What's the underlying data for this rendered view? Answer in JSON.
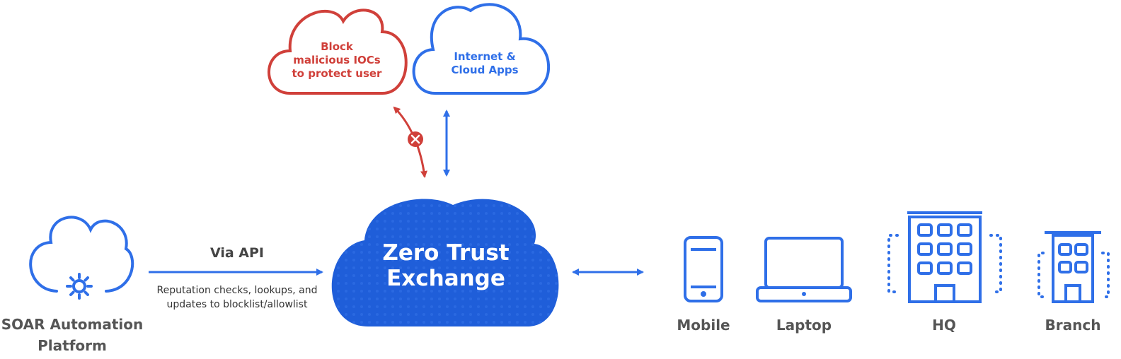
{
  "colors": {
    "blue": "#2F6FE8",
    "dark_blue": "#1F5ED9",
    "red": "#D0403A",
    "label_grey": "#555555"
  },
  "clouds": {
    "block": {
      "text": [
        "Block",
        "malicious IOCs",
        "to protect user"
      ],
      "icon": "cloud-icon"
    },
    "internet": {
      "text": [
        "Internet &",
        "Cloud Apps"
      ],
      "icon": "cloud-icon"
    }
  },
  "center": {
    "line1": "Zero Trust",
    "line2": "Exchange"
  },
  "soar": {
    "line1": "SOAR Automation",
    "line2": "Platform",
    "icon": "cloud-gear-icon"
  },
  "api": {
    "label": "Via API",
    "desc1": "Reputation checks, lookups, and",
    "desc2": "updates to blocklist/allowlist"
  },
  "devices": [
    {
      "label": "Mobile",
      "icon": "mobile-icon"
    },
    {
      "label": "Laptop",
      "icon": "laptop-icon"
    },
    {
      "label": "HQ",
      "icon": "hq-building-icon"
    },
    {
      "label": "Branch",
      "icon": "branch-building-icon"
    }
  ],
  "blocked_marker": "x-circle-icon"
}
